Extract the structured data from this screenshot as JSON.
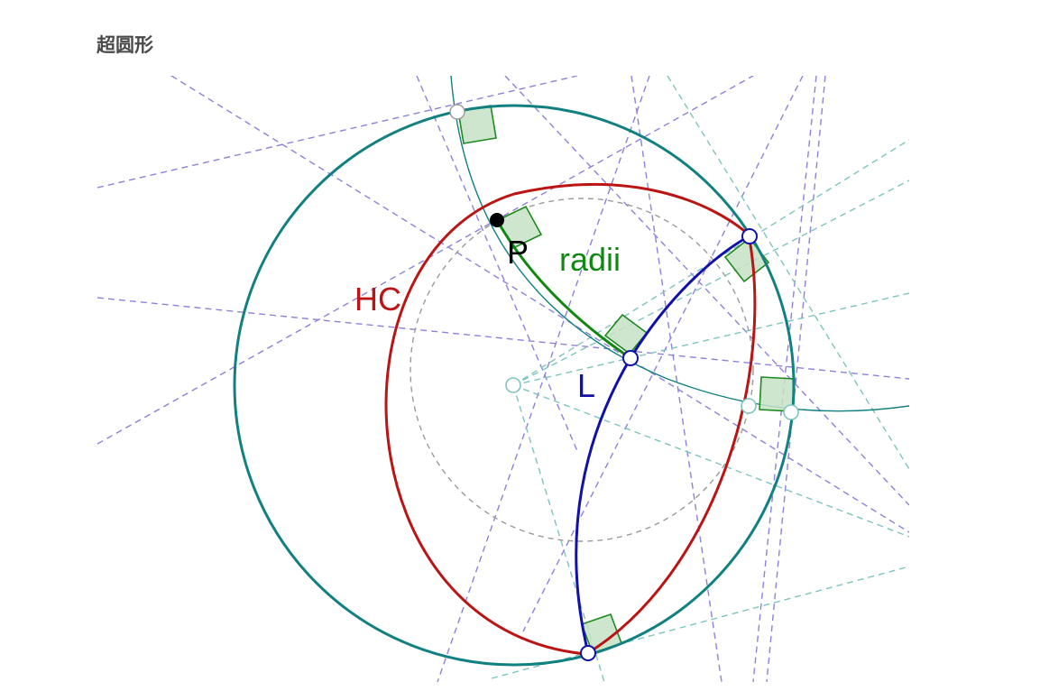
{
  "page": {
    "title": "超圆形"
  },
  "diagram": {
    "labels": {
      "point": "P",
      "hypercycle": "HC",
      "radii": "radii",
      "line": "L"
    },
    "colors": {
      "boundary_circle": "#128080",
      "hypercycle": "#bb1414",
      "line": "#1111aa",
      "radii": "#118811",
      "right_angle_fill": "#c6e1c6",
      "right_angle_stroke": "#1d8a1d",
      "construction_purple": "#8c82dc",
      "construction_teal": "#7ec5be",
      "dashed_circle": "#9a9a9a",
      "point_fill": "#000000"
    }
  }
}
